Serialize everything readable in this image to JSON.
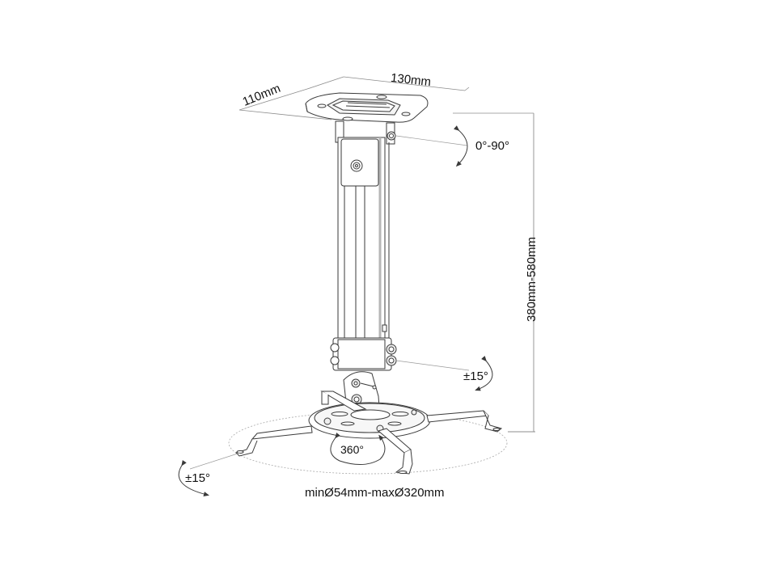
{
  "diagram": {
    "subject": "Projector ceiling mount",
    "colors": {
      "line": "#3a3a3a",
      "dimension_line": "#8c8c8c",
      "text": "#111111",
      "background": "#ffffff"
    },
    "annotations": {
      "plate_width": "130mm",
      "plate_depth": "110mm",
      "tilt_range": "0°-90°",
      "height_range": "380mm-580mm",
      "swivel_right": "±15°",
      "rotation": "360°",
      "swivel_left": "±15°",
      "arm_range": "minØ54mm-maxØ320mm"
    }
  }
}
